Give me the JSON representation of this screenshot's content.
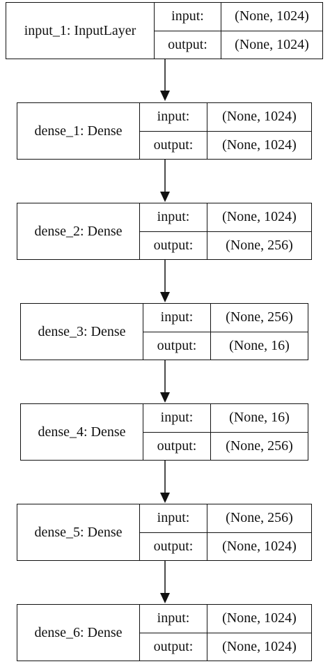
{
  "layers": [
    {
      "name": "input_1: InputLayer",
      "input_label": "input:",
      "output_label": "output:",
      "input_shape": "(None, 1024)",
      "output_shape": "(None, 1024)"
    },
    {
      "name": "dense_1: Dense",
      "input_label": "input:",
      "output_label": "output:",
      "input_shape": "(None, 1024)",
      "output_shape": "(None, 1024)"
    },
    {
      "name": "dense_2: Dense",
      "input_label": "input:",
      "output_label": "output:",
      "input_shape": "(None, 1024)",
      "output_shape": "(None, 256)"
    },
    {
      "name": "dense_3: Dense",
      "input_label": "input:",
      "output_label": "output:",
      "input_shape": "(None, 256)",
      "output_shape": "(None, 16)"
    },
    {
      "name": "dense_4: Dense",
      "input_label": "input:",
      "output_label": "output:",
      "input_shape": "(None, 16)",
      "output_shape": "(None, 256)"
    },
    {
      "name": "dense_5: Dense",
      "input_label": "input:",
      "output_label": "output:",
      "input_shape": "(None, 256)",
      "output_shape": "(None, 1024)"
    },
    {
      "name": "dense_6: Dense",
      "input_label": "input:",
      "output_label": "output:",
      "input_shape": "(None, 1024)",
      "output_shape": "(None, 1024)"
    }
  ],
  "colors": {
    "stroke": "#111111",
    "background": "#ffffff"
  }
}
